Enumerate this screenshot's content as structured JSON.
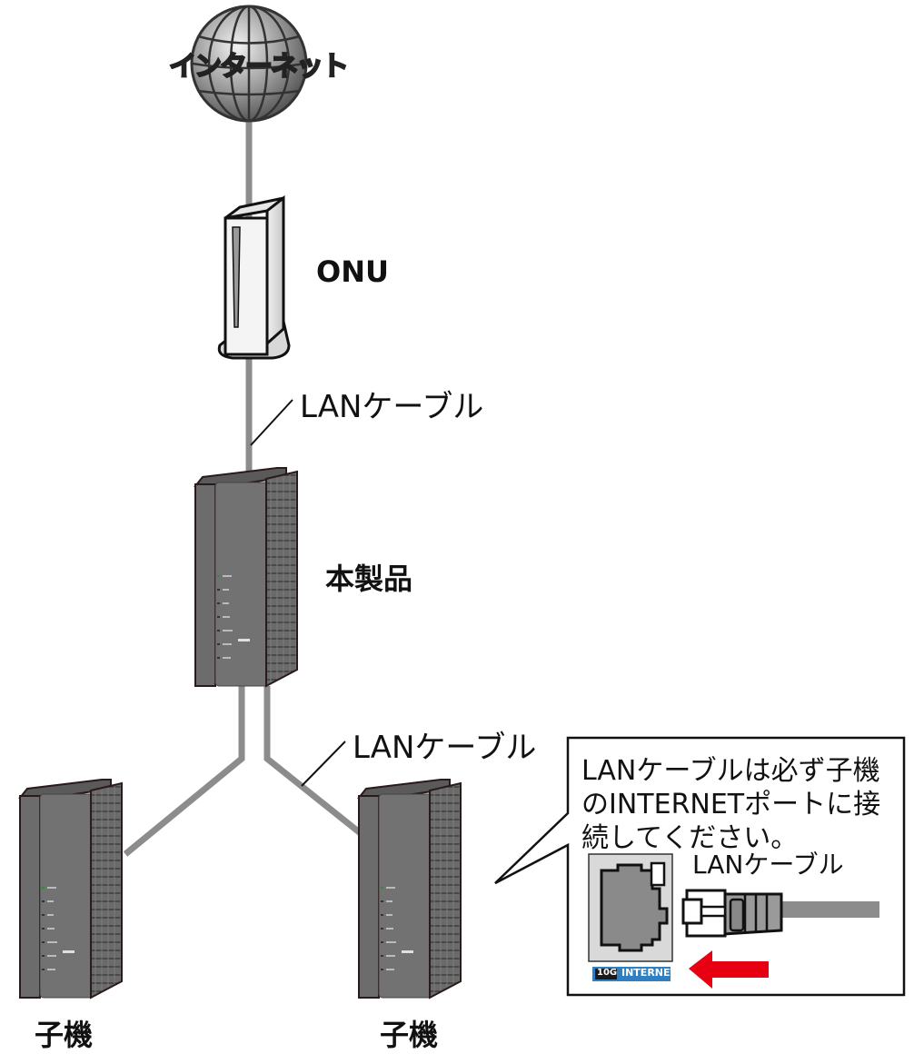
{
  "diagram": {
    "nodes": {
      "internet": {
        "label": "インターネット",
        "icon": "globe-icon"
      },
      "onu": {
        "label": "ONU",
        "icon": "onu-device-icon"
      },
      "main_router": {
        "label": "本製品",
        "icon": "router-icon"
      },
      "child_left": {
        "label": "子機",
        "icon": "router-icon"
      },
      "child_right": {
        "label": "子機",
        "icon": "router-icon"
      }
    },
    "cables": {
      "onu_to_router": {
        "label": "LANケーブル"
      },
      "router_to_children": {
        "label": "LANケーブル"
      }
    },
    "callout": {
      "lines": [
        "LANケーブルは必ず子機",
        "のINTERNETポートに接",
        "続してください。"
      ],
      "cable_label": "LANケーブル",
      "port_badge": {
        "speed": "10G",
        "name": "INTERNET"
      },
      "arrow_direction": "left"
    },
    "colors": {
      "cable": "#8c8c8c",
      "device_body": "#6e6e6e",
      "arrow": "#e60012",
      "port_badge_bg": "#2f7fc1",
      "port_badge_speed_bg": "#1a1a1a",
      "port_body": "#d9d9d9"
    }
  }
}
